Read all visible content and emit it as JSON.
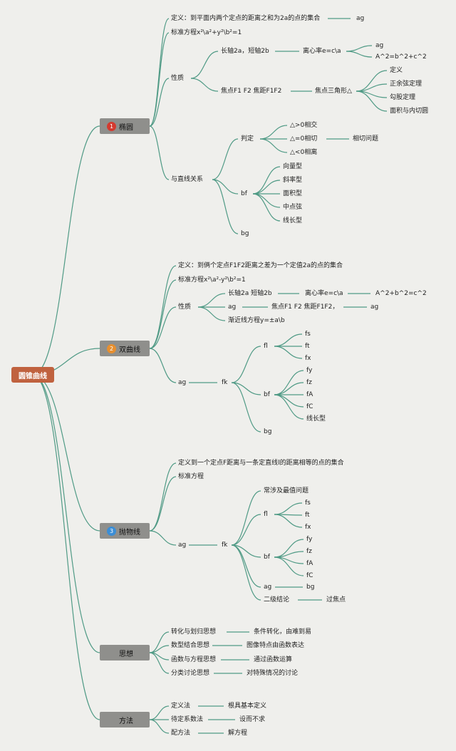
{
  "root": "圆锥曲线",
  "colors": {
    "line": "#4f9a85",
    "root_bg": "#c0623f",
    "branch_bg": "#8f8f8c",
    "num1": "#d43a2f",
    "num2": "#e78f2f",
    "num3": "#3b8ed6"
  },
  "branches": [
    {
      "num": "1",
      "label": "椭圆"
    },
    {
      "num": "2",
      "label": "双曲线"
    },
    {
      "num": "3",
      "label": "抛物线"
    },
    {
      "label": "思想"
    },
    {
      "label": "方法"
    }
  ],
  "ellipse": {
    "def": "定义：到平面内两个定点的距离之和为2a的点的集合",
    "def_tag": "ag",
    "eq": "标准方程x²\\a²+y²\\b²=1",
    "prop": "性质",
    "axes": "长轴2a，短轴2b",
    "ecc": "离心率e=c\\a",
    "ecc_1": "ag",
    "ecc_2": "A^2=b^2+c^2",
    "foci": "焦点F1 F2 焦距F1F2",
    "tri": "焦点三角形△",
    "tri_items": [
      "定义",
      "正余弦定理",
      "勾股定理",
      "面积与内切圆"
    ],
    "line": "与直线关系",
    "judge": "判定",
    "judge_items": [
      "△>0相交",
      "△=0相切",
      "△<0相离"
    ],
    "tangent": "相切问题",
    "bf": "bf",
    "bf_items": [
      "向量型",
      "斜率型",
      "面积型",
      "中点弦",
      "线长型"
    ],
    "bg": "bg"
  },
  "hyper": {
    "def": "定义：到俩个定点F1F2距离之差为一个定值2a的点的集合",
    "eq": "标准方程x²\\a²-y²\\b²=1",
    "prop": "性质",
    "axes": "长轴2a 短轴2b",
    "ecc": "离心率e=c\\a",
    "ecc_1": "A^2+b^2=c^2",
    "ag": "ag",
    "foci": "焦点F1 F2 焦距F1F2，",
    "foci_1": "ag",
    "asym": "渐近线方程y=±a\\b",
    "ag2": "ag",
    "fk": "fk",
    "fl": "fl",
    "fl_items": [
      "fs",
      "ft",
      "fx"
    ],
    "bf": "bf",
    "bf_items": [
      "fy",
      "fz",
      "fA",
      "fC",
      "线长型"
    ],
    "bg": "bg"
  },
  "parab": {
    "def": "定义到一个定点F距离与一条定直线l的距离相等的点的集合",
    "eq": "标准方程",
    "ag": "ag",
    "fk": "fk",
    "extreme": "常涉及最值问题",
    "fl": "fl",
    "fl_items": [
      "fs",
      "ft",
      "fx"
    ],
    "bf": "bf",
    "bf_items": [
      "fy",
      "fz",
      "fA",
      "fC"
    ],
    "ag2": "ag",
    "bg": "bg",
    "second": "二级结论",
    "focus": "过焦点"
  },
  "ideas": [
    {
      "name": "转化与划归思想",
      "desc": "条件转化，由难到易"
    },
    {
      "name": "数型结合思想",
      "desc": "图像特点由函数表达"
    },
    {
      "name": "函数与方程思想",
      "desc": "通过函数运算"
    },
    {
      "name": "分类讨论思想",
      "desc": "对特殊情况的讨论"
    }
  ],
  "methods": [
    {
      "name": "定义法",
      "desc": "根具基本定义"
    },
    {
      "name": "待定系数法",
      "desc": "设而不求"
    },
    {
      "name": "配方法",
      "desc": "解方程"
    }
  ]
}
